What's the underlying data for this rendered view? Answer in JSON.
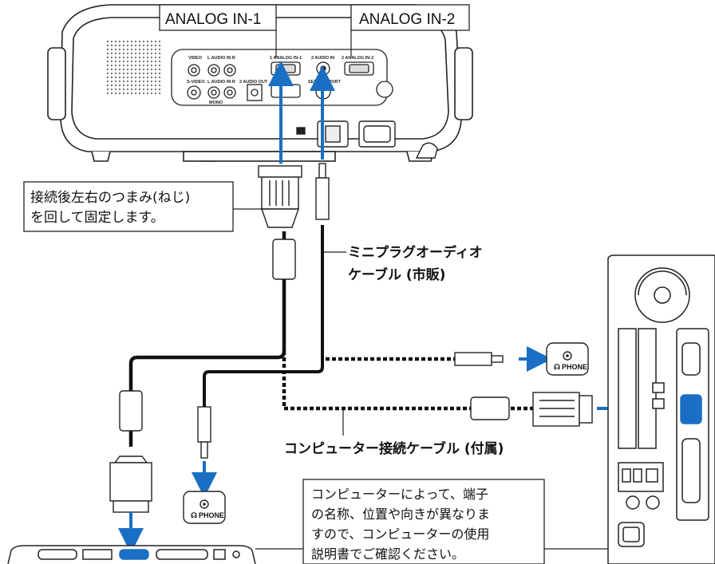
{
  "labels": {
    "analog_in_1": "ANALOG IN-1",
    "analog_in_2": "ANALOG IN-2",
    "fix_note_line1": "接続後左右のつまみ(ねじ)",
    "fix_note_line2": "を回して固定します。",
    "audio_cable_line1": "ミニプラグオーディオ",
    "audio_cable_line2": "ケーブル (市販)",
    "computer_cable": "コンピューター接続ケーブル (付属)",
    "note_line1": "コンピューターによって、端子",
    "note_line2": "の名称、位置や向きが異なりま",
    "note_line3": "すので、コンピューターの使用",
    "note_line4": "説明書でご確認ください。"
  },
  "projector_panel": {
    "video": "VIDEO",
    "audio_in_l": "L AUDIO IN R",
    "svideo": "S-VIDEO",
    "audio_in_l2": "L AUDIO IN R",
    "mono": "MONO",
    "audio_out": "2 AUDIO OUT",
    "analog_in_1": "1 ANALOG IN-1",
    "audio_in": "2 AUDIO IN",
    "analog_in_2": "2 ANALOG IN-2",
    "service_port": "SERVICE PORT"
  },
  "phone_jacks": [
    {
      "label": "PHONE",
      "icon": "headphone-icon"
    },
    {
      "label": "PHONE",
      "icon": "headphone-icon"
    }
  ],
  "colors": {
    "arrow": "#1a6fc4",
    "cable": "#111111",
    "outline": "#222222"
  }
}
